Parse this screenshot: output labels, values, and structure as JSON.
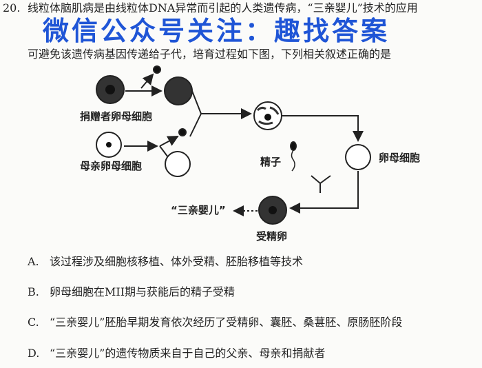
{
  "question": {
    "number": "20.",
    "line1": "线粒体脑肌病是由线粒体DNA异常而引起的人类遗传病，“三亲婴儿”技术的应用",
    "line2": "可避免该遗传病基因传递给子代，培育过程如下图，下列相关叙述正确的是"
  },
  "watermark": "微信公众号关注：趣找答案",
  "diagram": {
    "donor_oocyte": "捐赠者卵母细胞",
    "mother_oocyte": "母亲卵母细胞",
    "sperm": "精子",
    "oocyte": "卵母细胞",
    "zygote": "受精卵",
    "baby": "“三亲婴儿”"
  },
  "options": [
    {
      "letter": "A.",
      "text": "该过程涉及细胞核移植、体外受精、胚胎移植等技术"
    },
    {
      "letter": "B.",
      "text": "卵母细胞在MII期与获能后的精子受精"
    },
    {
      "letter": "C.",
      "text": "“三亲婴儿”胚胎早期发育依次经历了受精卵、囊胚、桑葚胚、原肠胚阶段"
    },
    {
      "letter": "D.",
      "text": "“三亲婴儿”的遗传物质来自于自己的父亲、母亲和捐献者"
    }
  ],
  "colors": {
    "watermark": "#1f55d6"
  }
}
